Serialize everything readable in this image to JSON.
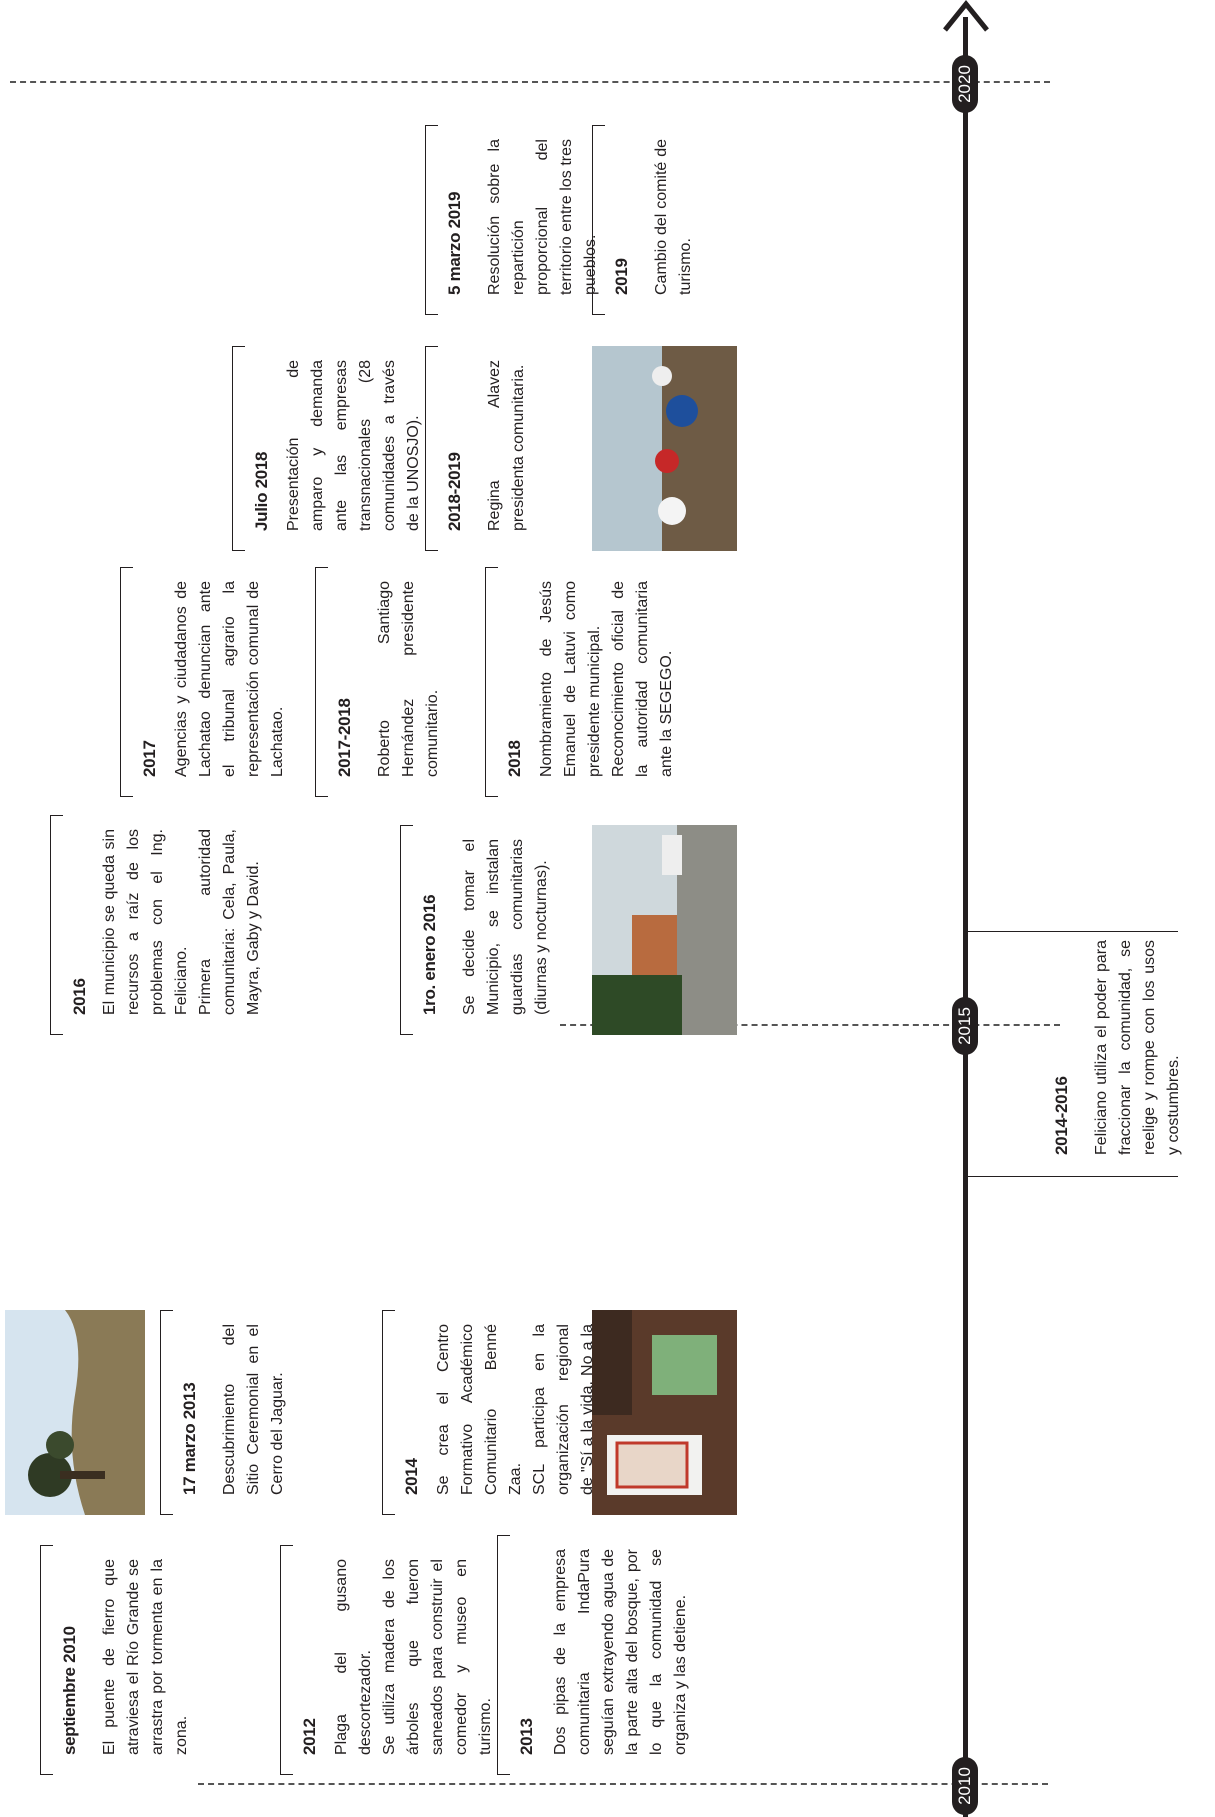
{
  "timeline": {
    "years": [
      "2010",
      "2015",
      "2020"
    ]
  },
  "events": [
    {
      "date": "septiembre 2010",
      "text": "El puente de fierro que atraviesa el Río Grande se arrastra por tormenta en la zona."
    },
    {
      "date": "2012",
      "text": "Plaga del gusano descortezador.\nSe utiliza madera de los árboles que fueron saneados para construir el comedor y museo en turismo."
    },
    {
      "date": "2013",
      "text": "Dos pipas de la empresa comunitaria IndaPura seguían extrayendo agua de la parte alta del bosque, por lo que la comunidad se organiza y las detiene."
    },
    {
      "date": "17 marzo 2013",
      "text": "Descubrimiento del Sitio Ceremonial en el Cerro del Jaguar."
    },
    {
      "date": "2014",
      "text": "Se crea el Centro Formativo Académico Comunitario Benné Zaa.\nSCL participa en la organización regional de \"Sí a la vida, No a la minería\""
    },
    {
      "date": "2016",
      "text": "El municipio se queda sin recursos a raíz de los problemas con el Ing. Feliciano.\nPrimera autoridad comunitaria: Cela, Paula, Mayra, Gaby y David."
    },
    {
      "date": "1ro. enero 2016",
      "text": "Se decide tomar el Municipio, se instalan guardias comunitarias (diurnas y nocturnas)."
    },
    {
      "date": "2017",
      "text": "Agencias y ciudadanos de Lachatao denuncian ante el tribunal agrario la representación comunal de Lachatao."
    },
    {
      "date": "2017-2018",
      "text": "Roberto Santiago Hernández presidente comunitario."
    },
    {
      "date": "2018",
      "text": "Nombramiento de Jesús Emanuel de Latuvi como presidente municipal.\nReconocimiento oficial de la autoridad comunitaria ante la SEGEGO."
    },
    {
      "date": "Julio 2018",
      "text": "Presentación de amparo y demanda ante las empresas transnacionales (28 comunidades a través de la UNOSJO)."
    },
    {
      "date": "2018-2019",
      "text": "Regina Alavez presidenta comunitaria."
    },
    {
      "date": "5 marzo 2019",
      "text": "Resolución sobre la repartición proporcional del territorio entre los tres pueblos."
    },
    {
      "date": "2019",
      "text": "Cambio del comité de turismo."
    },
    {
      "date": "2014-2016",
      "text": "Feliciano utiliza el poder para fraccionar la comunidad, se reelige y rompe con los usos y costumbres."
    }
  ],
  "colors": {
    "ink": "#231f20"
  }
}
